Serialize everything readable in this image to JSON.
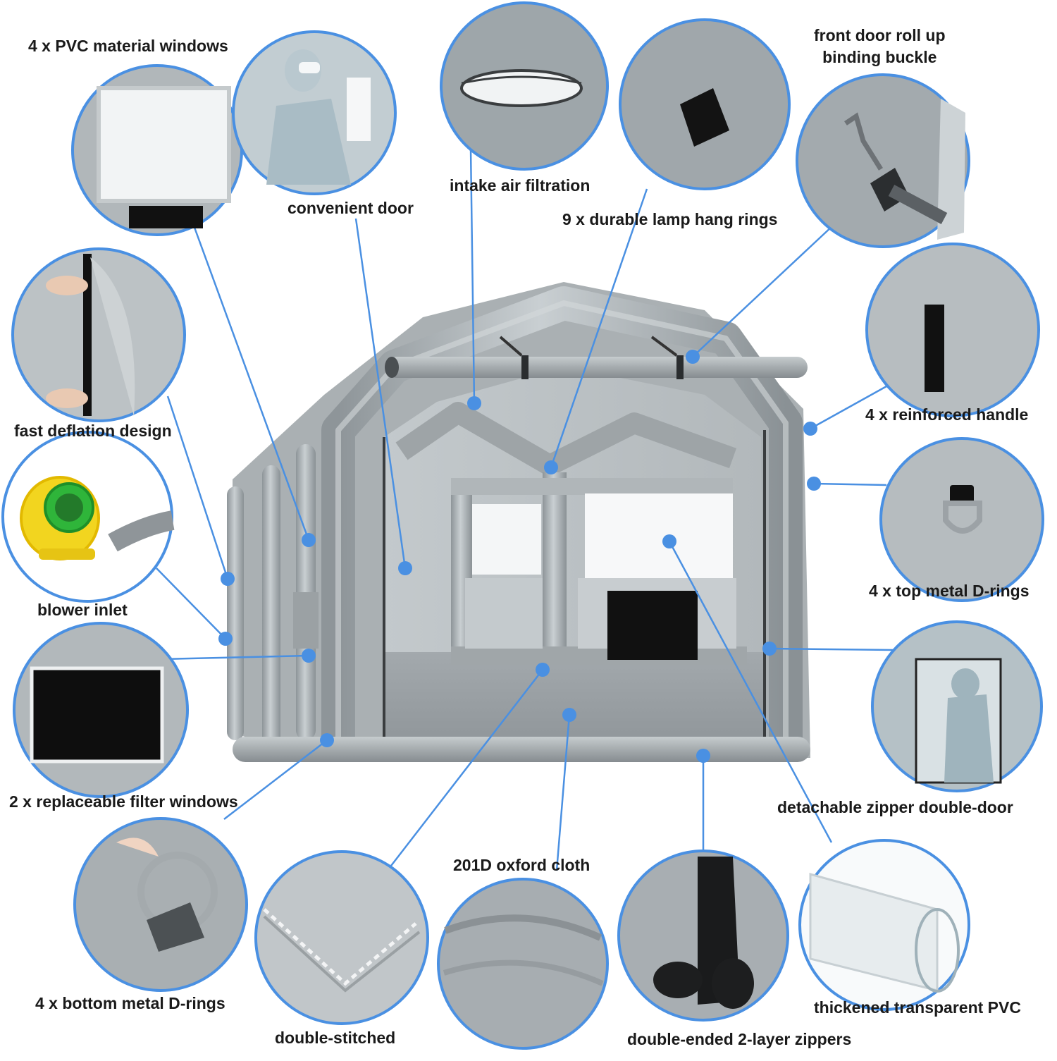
{
  "accent_color": "#4a90e2",
  "tent_color": "#a7adb0",
  "features": [
    {
      "id": "pvc-windows",
      "lines": [
        "4 x PVC material windows"
      ],
      "icon": "pvc-window-icon"
    },
    {
      "id": "convenient-door",
      "lines": [
        "convenient door"
      ],
      "icon": "door-worker-icon"
    },
    {
      "id": "intake-air-filtration",
      "lines": [
        "intake air filtration"
      ],
      "icon": "air-vent-icon"
    },
    {
      "id": "lamp-hang-rings",
      "lines": [
        "9 x durable lamp hang rings"
      ],
      "icon": "lamp-ring-icon"
    },
    {
      "id": "front-door-buckle",
      "lines": [
        "front door roll up",
        "binding buckle"
      ],
      "icon": "buckle-icon"
    },
    {
      "id": "fast-deflation",
      "lines": [
        "fast deflation design"
      ],
      "icon": "deflation-zipper-icon"
    },
    {
      "id": "reinforced-handle",
      "lines": [
        "4 x reinforced handle"
      ],
      "icon": "handle-icon"
    },
    {
      "id": "blower-inlet",
      "lines": [
        "blower inlet"
      ],
      "icon": "blower-icon"
    },
    {
      "id": "top-d-rings",
      "lines": [
        "4 x top metal D-rings"
      ],
      "icon": "d-ring-icon"
    },
    {
      "id": "filter-windows",
      "lines": [
        "2 x replaceable filter windows"
      ],
      "icon": "filter-window-icon"
    },
    {
      "id": "zipper-double-door",
      "lines": [
        "detachable zipper double-door"
      ],
      "icon": "zipper-door-icon"
    },
    {
      "id": "oxford-cloth",
      "lines": [
        "201D oxford cloth"
      ],
      "icon": "fabric-icon"
    },
    {
      "id": "bottom-d-rings",
      "lines": [
        "4 x bottom metal D-rings"
      ],
      "icon": "bottom-d-ring-icon"
    },
    {
      "id": "double-stitched",
      "lines": [
        "double-stitched"
      ],
      "icon": "stitch-icon"
    },
    {
      "id": "two-layer-zippers",
      "lines": [
        "double-ended 2-layer zippers"
      ],
      "icon": "zipper-pull-icon"
    },
    {
      "id": "transparent-pvc",
      "lines": [
        "thickened transparent PVC"
      ],
      "icon": "pvc-roll-icon"
    }
  ]
}
